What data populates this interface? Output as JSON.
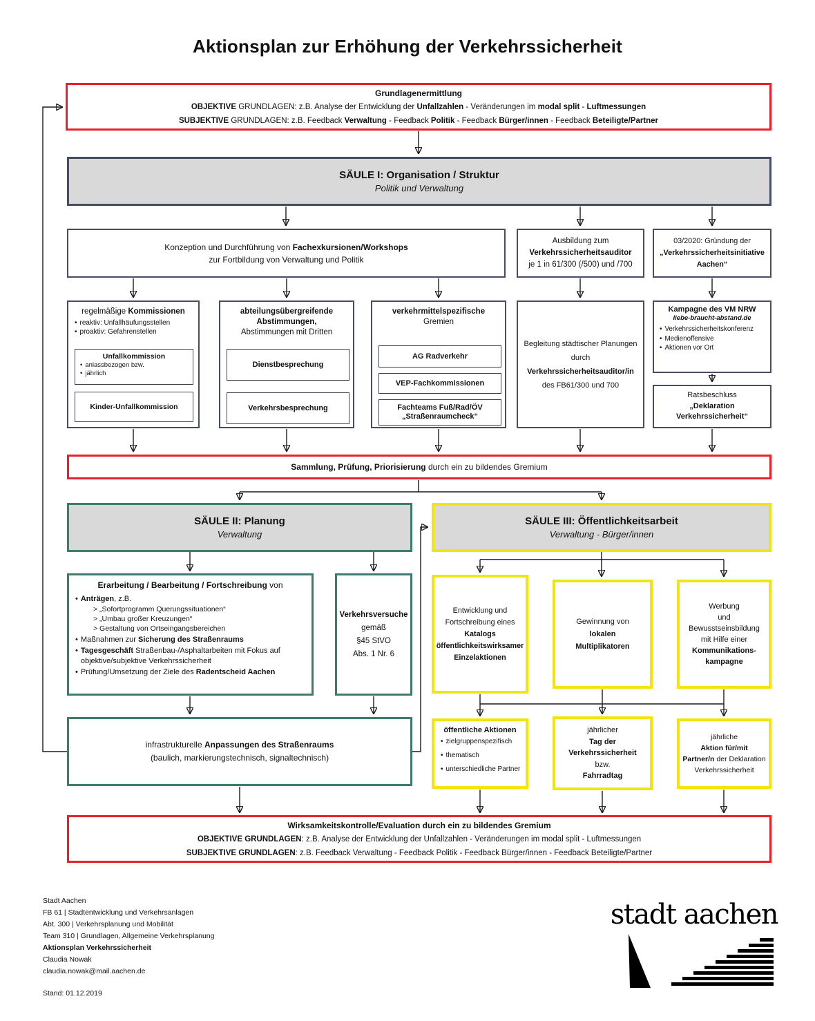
{
  "title": "Aktionsplan zur Erhöhung der Verkehrssicherheit",
  "grundlagen": {
    "heading": "Grundlagenermittlung",
    "objektive": [
      {
        "t": "OBJEKTIVE ",
        "b": true
      },
      {
        "t": "GRUNDLAGEN: z.B. Analyse der Entwicklung der "
      },
      {
        "t": "Unfallzahlen",
        "b": true
      },
      {
        "t": " - Veränderungen im "
      },
      {
        "t": "modal split",
        "b": true
      },
      {
        "t": " - "
      },
      {
        "t": "Luftmessungen",
        "b": true
      }
    ],
    "subjektive": [
      {
        "t": "SUBJEKTIVE ",
        "b": true
      },
      {
        "t": "GRUNDLAGEN: z.B. Feedback "
      },
      {
        "t": "Verwaltung",
        "b": true
      },
      {
        "t": " - Feedback "
      },
      {
        "t": "Politik",
        "b": true
      },
      {
        "t": " - Feedback "
      },
      {
        "t": "Bürger/innen",
        "b": true
      },
      {
        "t": " - Feedback "
      },
      {
        "t": "Beteiligte/Partner",
        "b": true
      }
    ]
  },
  "saeule1": {
    "title": "SÄULE I: Organisation / Struktur",
    "subtitle": "Politik und Verwaltung"
  },
  "konzeption": {
    "line1": [
      {
        "t": "Konzeption und Durchführung von "
      },
      {
        "t": "Fachexkursionen/Workshops",
        "b": true
      }
    ],
    "line2": "zur Fortbildung von Verwaltung und Politik"
  },
  "ausbildung": {
    "line1": "Ausbildung zum",
    "line2": "Verkehrssicherheitsauditor",
    "line3": "je 1 in 61/300 (/500) und /700"
  },
  "gruendung": {
    "line1": "03/2020: Gründung der",
    "line2": "„Verkehrssicherheitsinitiative",
    "line3": "Aachen“"
  },
  "kommissionen": {
    "header": [
      {
        "t": "regelmäßige "
      },
      {
        "t": "Kommissionen",
        "b": true
      }
    ],
    "bullets": [
      "reaktiv: Unfallhäufungsstellen",
      "proaktiv: Gefahrenstellen"
    ],
    "unfall": {
      "title": "Unfallkommission",
      "bullets": [
        "anlassbezogen bzw.",
        "jährlich"
      ]
    },
    "kinder": "Kinder-Unfallkommission"
  },
  "abstimmungen": {
    "header1": "abteilungsübergreifende",
    "header2": "Abstimmungen,",
    "header3": "Abstimmungen mit Dritten",
    "item1": "Dienstbesprechung",
    "item2": "Verkehrsbesprechung"
  },
  "gremien": {
    "header1": "verkehrmittelspezifische",
    "header2": "Gremien",
    "item1": "AG Radverkehr",
    "item2": "VEP-Fachkommissionen",
    "item3a": "Fachteams Fuß/Rad/ÖV",
    "item3b": "„Straßenraumcheck“"
  },
  "begleitung": {
    "line1": "Begleitung städtischer Planungen",
    "line2": "durch",
    "line3": "Verkehrssicherheitsauditor/in",
    "line4": "des FB61/300 und 700"
  },
  "kampagne": {
    "title": "Kampagne des VM NRW",
    "subtitle": "liebe-braucht-abstand.de",
    "bullets": [
      "Verkehrssicherheitskonferenz",
      "Medienoffensive",
      "Aktionen vor Ort"
    ]
  },
  "ratsbeschluss": {
    "line1": "Ratsbeschluss",
    "line2": "„Deklaration",
    "line3": "Verkehrssicherheit“"
  },
  "sammlung": [
    {
      "t": "Sammlung, Prüfung, Priorisierung",
      "b": true
    },
    {
      "t": " durch ein zu bildendes Gremium"
    }
  ],
  "saeule2": {
    "title": "SÄULE II: Planung",
    "subtitle": "Verwaltung"
  },
  "saeule3": {
    "title": "SÄULE III: Öffentlichkeitsarbeit",
    "subtitle": "Verwaltung - Bürger/innen"
  },
  "erarbeitung": {
    "header": [
      {
        "t": "Erarbeitung / Bearbeitung / Fortschreibung",
        "b": true
      },
      {
        "t": " von"
      }
    ],
    "b1": [
      {
        "t": "Anträgen",
        "b": true
      },
      {
        "t": ", z.B."
      }
    ],
    "s1": "> „Sofortprogramm Querungssituationen“",
    "s2": "> „Umbau großer Kreuzungen“",
    "s3": "> Gestaltung von Ortseingangsbereichen",
    "b2": [
      {
        "t": "Maßnahmen zur "
      },
      {
        "t": "Sicherung des Straßenraums",
        "b": true
      }
    ],
    "b3": [
      {
        "t": "Tagesgeschäft",
        "b": true
      },
      {
        "t": " Straßenbau-/Asphaltarbeiten mit Fokus auf objektive/subjektive Verkehrssicherheit"
      }
    ],
    "b4": [
      {
        "t": "Prüfung/Umsetzung der Ziele des "
      },
      {
        "t": "Radentscheid Aachen",
        "b": true
      }
    ]
  },
  "verkehrsversuche": {
    "line1": "Verkehrsversuche",
    "line2": "gemäß",
    "line3": "§45 StVO",
    "line4": "Abs. 1 Nr. 6"
  },
  "entwicklung": {
    "line1": "Entwicklung und",
    "line2": "Fortschreibung eines",
    "line3": "Katalogs",
    "line4": "öffentlichkeitswirksamer",
    "line5": "Einzelaktionen"
  },
  "gewinnung": {
    "line1": "Gewinnung von",
    "line2": "lokalen",
    "line3": "Multiplikatoren"
  },
  "werbung": {
    "line1": "Werbung",
    "line2": "und",
    "line3": "Bewusstseinsbildung",
    "line4": "mit Hilfe einer",
    "line5": "Kommunikations-",
    "line6": "kampagne"
  },
  "infrastruktur": {
    "line1": [
      {
        "t": "infrastrukturelle "
      },
      {
        "t": "Anpassungen des Straßenraums",
        "b": true
      }
    ],
    "line2": "(baulich, markierungstechnisch, signaltechnisch)"
  },
  "oeffentliche": {
    "title": "öffentliche Aktionen",
    "bullets": [
      "zielgruppenspezifisch",
      "thematisch",
      "unterschiedliche Partner"
    ]
  },
  "tag": {
    "line1": "jährlicher",
    "line2": "Tag der",
    "line3": "Verkehrssicherheit",
    "line4": "bzw.",
    "line5": "Fahrradtag"
  },
  "aktion": {
    "line1": "jährliche",
    "line2": "Aktion für/mit",
    "line3": [
      {
        "t": "Partner/n",
        "b": true
      },
      {
        "t": " der Deklaration"
      }
    ],
    "line4": "Verkehrssicherheit"
  },
  "wirksamkeit": {
    "heading": "Wirksamkeitskontrolle/Evaluation durch ein zu bildendes Gremium",
    "objektive": [
      {
        "t": "OBJEKTIVE GRUNDLAGEN",
        "b": true
      },
      {
        "t": ": z.B. Analyse der Entwicklung der Unfallzahlen - Veränderungen im modal split - Luftmessungen"
      }
    ],
    "subjektive": [
      {
        "t": "SUBJEKTIVE GRUNDLAGEN",
        "b": true
      },
      {
        "t": ": z.B. Feedback Verwaltung - Feedback Politik - Feedback Bürger/innen - Feedback Beteiligte/Partner"
      }
    ]
  },
  "footer": {
    "line1": "Stadt Aachen",
    "line2": "FB 61 | Stadtentwicklung und Verkehrsanlagen",
    "line3": "Abt. 300 | Verkehrsplanung und Mobilität",
    "line4": "Team 310 | Grundlagen, Allgemeine Verkehrsplanung",
    "line5": "Aktionsplan Verkehrssicherheit",
    "line6": "Claudia Nowak",
    "line7": "claudia.nowak@mail.aachen.de",
    "stand": "Stand: 01.12.2019"
  },
  "logo": {
    "wordmark": "stadt aachen"
  },
  "colors": {
    "red": "#e62129",
    "dark_slate": "#454d63",
    "teal": "#3e7b6e",
    "yellow": "#f2e40e",
    "gray_fill": "#d9d9d9"
  }
}
